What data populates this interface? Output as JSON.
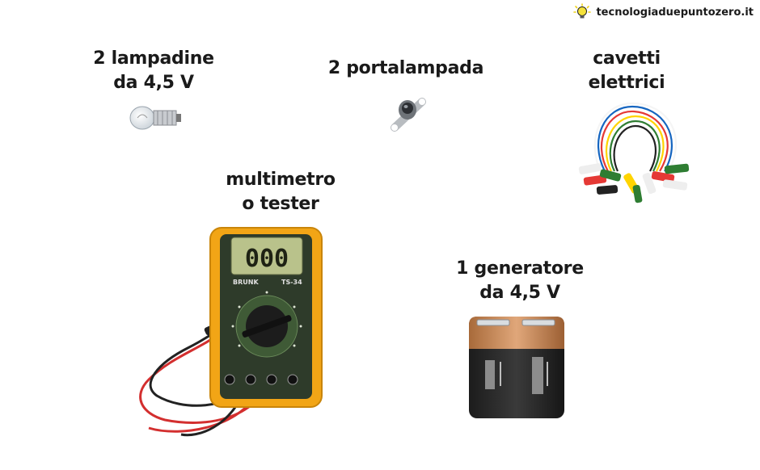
{
  "brand": {
    "text": "tecnologiaduepuntozero.it",
    "icon": "lightbulb-icon"
  },
  "items": {
    "bulbs": {
      "line1": "2 lampadine",
      "line2": "da 4,5 V"
    },
    "holders": {
      "line1": "2 portalampada"
    },
    "cables": {
      "line1": "cavetti",
      "line2": "elettrici"
    },
    "multimeter": {
      "line1": "multimetro",
      "line2": "o tester",
      "brand_mark": "BRUNK",
      "model": "TS-34",
      "display": "000"
    },
    "battery": {
      "line1": "1 generatore",
      "line2": "da 4,5 V"
    }
  },
  "colors": {
    "text": "#1a1a1a",
    "multimeter_body": "#f2a516",
    "battery_copper": "#c9834f"
  }
}
